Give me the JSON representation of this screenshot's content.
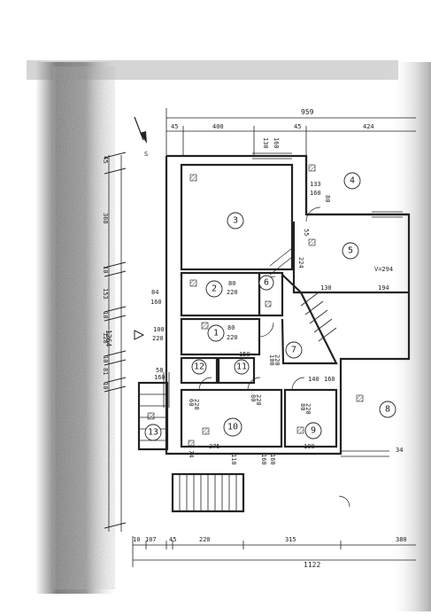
{
  "colors": {
    "paper": "#ffffff",
    "ink": "#222222",
    "scan_shadow": "#3a3a3a"
  },
  "north_arrow_label": "S",
  "overall_dimensions": {
    "top_total": "959",
    "bottom_total": "1122",
    "left_total": "1264"
  },
  "top_dimensions": [
    "45",
    "400",
    "45",
    "424"
  ],
  "bottom_dimensions": [
    "10",
    "107",
    "45",
    "220",
    "315",
    "380"
  ],
  "left_dimensions": [
    "45",
    "368",
    "10",
    "153",
    "10",
    "128",
    "10",
    "81",
    "10"
  ],
  "rooms": [
    {
      "number": "1",
      "name_shown": ""
    },
    {
      "number": "2",
      "name_shown": ""
    },
    {
      "number": "3",
      "name_shown": ""
    },
    {
      "number": "4",
      "name_shown": ""
    },
    {
      "number": "5",
      "name_shown": ""
    },
    {
      "number": "6",
      "name_shown": ""
    },
    {
      "number": "7",
      "name_shown": ""
    },
    {
      "number": "8",
      "name_shown": ""
    },
    {
      "number": "9",
      "name_shown": ""
    },
    {
      "number": "10",
      "name_shown": ""
    },
    {
      "number": "11",
      "name_shown": ""
    },
    {
      "number": "12",
      "name_shown": ""
    },
    {
      "number": "13",
      "name_shown": ""
    }
  ],
  "door_labels": [
    {
      "w": "80",
      "h": "220"
    },
    {
      "w": "80",
      "h": "220"
    },
    {
      "w": "60",
      "h": "220"
    },
    {
      "w": "80",
      "h": "220"
    },
    {
      "w": "80",
      "h": "220"
    },
    {
      "w": "100",
      "h": "220"
    },
    {
      "w": "84",
      "h": "160"
    },
    {
      "w": "58",
      "h": "160"
    }
  ],
  "window_labels": [
    {
      "w": "133",
      "h": "160"
    },
    {
      "w": "130",
      "h": "160"
    },
    {
      "w": "100",
      "h": "220"
    },
    {
      "w": "140",
      "h": "160"
    },
    {
      "w": "160",
      "h": "160"
    }
  ],
  "misc_labels": [
    "V=294",
    "194",
    "130",
    "224",
    "375",
    "110",
    "150",
    "190",
    "55",
    "80",
    "74",
    "34"
  ]
}
